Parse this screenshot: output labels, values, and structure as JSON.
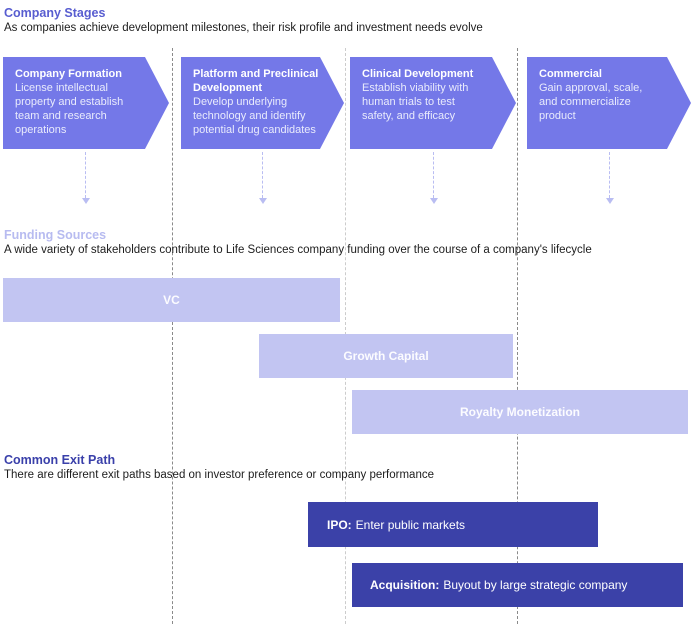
{
  "sections": {
    "stages": {
      "title": "Company Stages",
      "subtitle": "As companies achieve development milestones, their risk profile and investment needs evolve",
      "items": [
        {
          "title": "Company Formation",
          "body": "License intellectual\nproperty and establish\nteam and research\noperations"
        },
        {
          "title": "Platform and Preclinical\nDevelopment",
          "body": "Develop underlying\ntechnology and identify\npotential drug candidates"
        },
        {
          "title": "Clinical Development",
          "body": "Establish viability with\nhuman trials to test\nsafety, and efficacy"
        },
        {
          "title": "Commercial",
          "body": "Gain approval, scale,\nand commercialize\nproduct"
        }
      ]
    },
    "funding": {
      "title": "Funding Sources",
      "subtitle": "A wide variety of stakeholders contribute to Life Sciences company funding over the course of a company's lifecycle",
      "bars": [
        {
          "label": "VC"
        },
        {
          "label": "Growth Capital"
        },
        {
          "label": "Royalty Monetization"
        }
      ]
    },
    "exits": {
      "title": "Common Exit Path",
      "subtitle": "There are different exit paths based on investor preference or company performance",
      "bars": [
        {
          "label": "IPO:",
          "description": "Enter public markets"
        },
        {
          "label": "Acquisition:",
          "description": "Buyout by large strategic company"
        }
      ]
    }
  },
  "colors": {
    "stage-fill": "#7478e8",
    "funding-fill": "#c2c5f2",
    "exit-fill": "#3b41a8",
    "stages-heading": "#585dd0",
    "funding-heading": "#b7bbf0",
    "exit-heading": "#3a40aa",
    "body-text": "#1d1d1d",
    "separator-dark": "#8a8a8a",
    "separator-light": "#cccccc",
    "arrow": "#b9bdf2"
  }
}
